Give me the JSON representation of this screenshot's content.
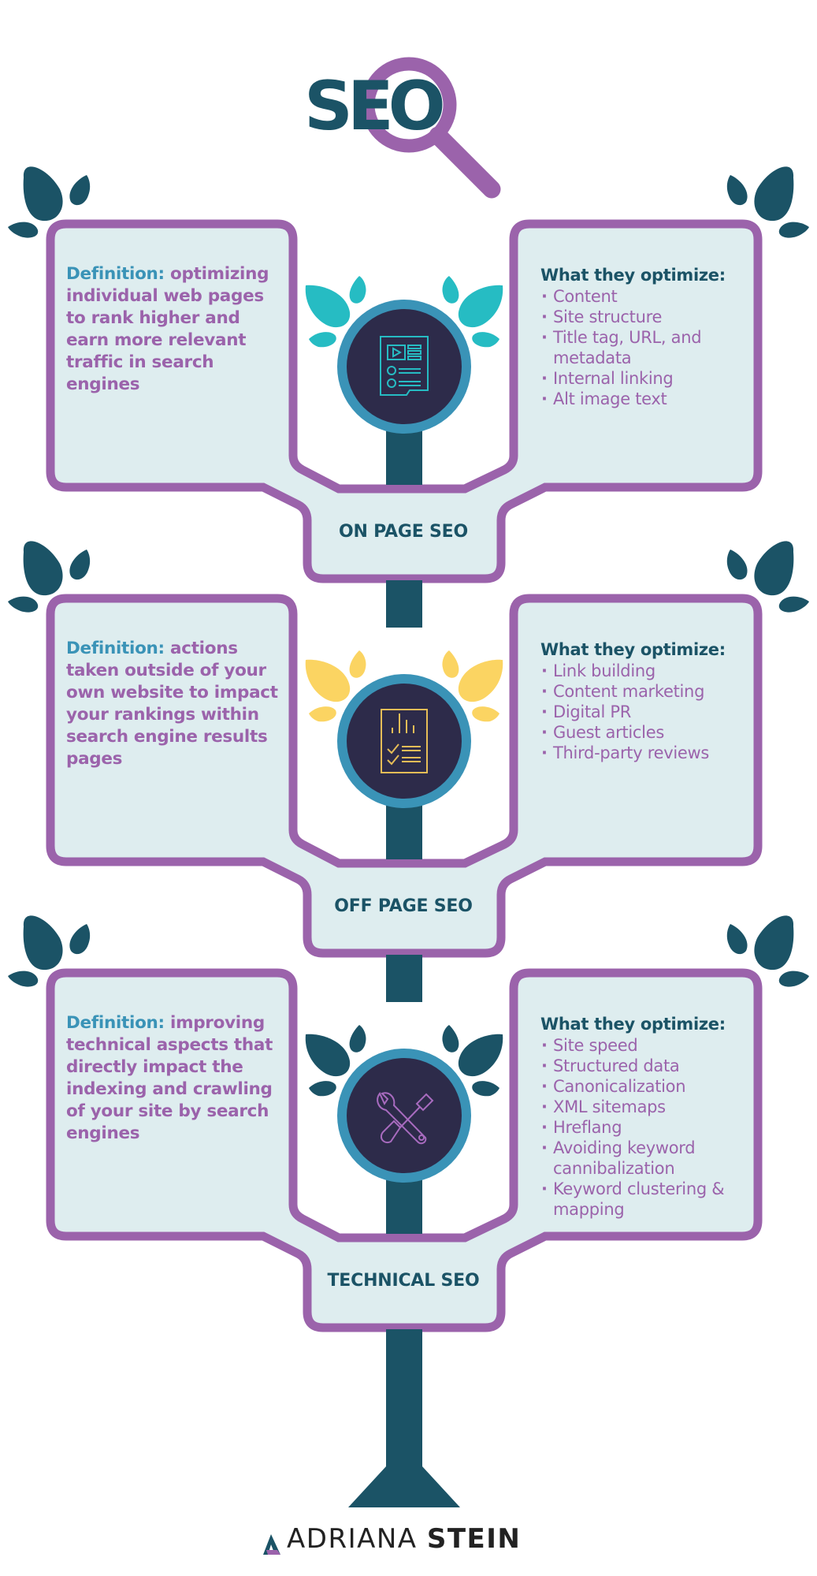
{
  "header": {
    "title": "SEO",
    "icon": "magnifying-glass-icon"
  },
  "colors": {
    "primary_teal": "#1b5366",
    "purple": "#9b63ab",
    "light_panel": "#deedef",
    "ring_blue": "#3a93b7",
    "circle_dark": "#2d2b4a",
    "leaf_cyan": "#26bcc3",
    "leaf_yellow": "#fbd462",
    "definition_label": "#3a93b7"
  },
  "sections": [
    {
      "stage": "ON PAGE SEO",
      "icon": "content-document-icon",
      "definition_label": "Definition:",
      "definition_text": "optimizing individual web pages to rank higher and earn more relevant traffic in search engines",
      "optimize_heading": "What they optimize:",
      "optimize_items": [
        "Content",
        "Site structure",
        "Title tag, URL, and metadata",
        "Internal linking",
        "Alt image text"
      ]
    },
    {
      "stage": "OFF PAGE SEO",
      "icon": "report-checklist-icon",
      "definition_label": "Definition:",
      "definition_text": "actions taken outside of your own website to impact your rankings within search engine results pages",
      "optimize_heading": "What they optimize:",
      "optimize_items": [
        "Link building",
        "Content marketing",
        "Digital PR",
        "Guest articles",
        "Third-party reviews"
      ]
    },
    {
      "stage": "TECHNICAL SEO",
      "icon": "wrench-screwdriver-icon",
      "definition_label": "Definition:",
      "definition_text": "improving technical aspects that directly impact the indexing and crawling of your site by search engines",
      "optimize_heading": "What they optimize:",
      "optimize_items": [
        "Site speed",
        "Structured data",
        "Canonicalization",
        "XML sitemaps",
        "Hreflang",
        "Avoiding keyword cannibalization",
        "Keyword clustering & mapping"
      ]
    }
  ],
  "footer": {
    "brand_first": "ADRIANA",
    "brand_second": "STEIN",
    "logo_icon": "adriana-stein-logo-icon"
  }
}
